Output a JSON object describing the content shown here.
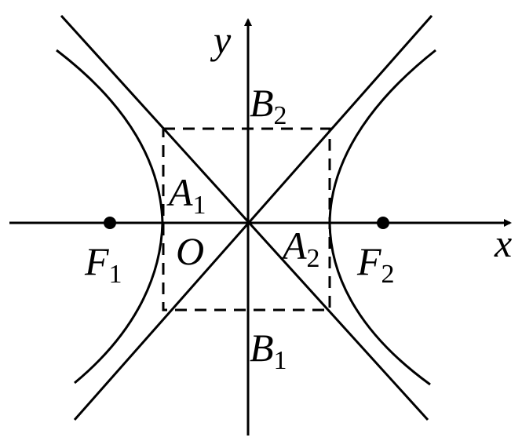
{
  "labels": {
    "y_axis": "y",
    "x_axis": "x",
    "b2": {
      "main": "B",
      "sub": "2"
    },
    "b1": {
      "main": "B",
      "sub": "1"
    },
    "a1": {
      "main": "A",
      "sub": "1"
    },
    "a2": {
      "main": "A",
      "sub": "2"
    },
    "origin": "O",
    "f1": {
      "main": "F",
      "sub": "1"
    },
    "f2": {
      "main": "F",
      "sub": "2"
    }
  },
  "elements": [
    "hyperbola branches",
    "asymptotes",
    "dashed rectangle",
    "coordinate axes",
    "foci"
  ],
  "colors": {
    "stroke": "#000000",
    "background": "#ffffff"
  }
}
